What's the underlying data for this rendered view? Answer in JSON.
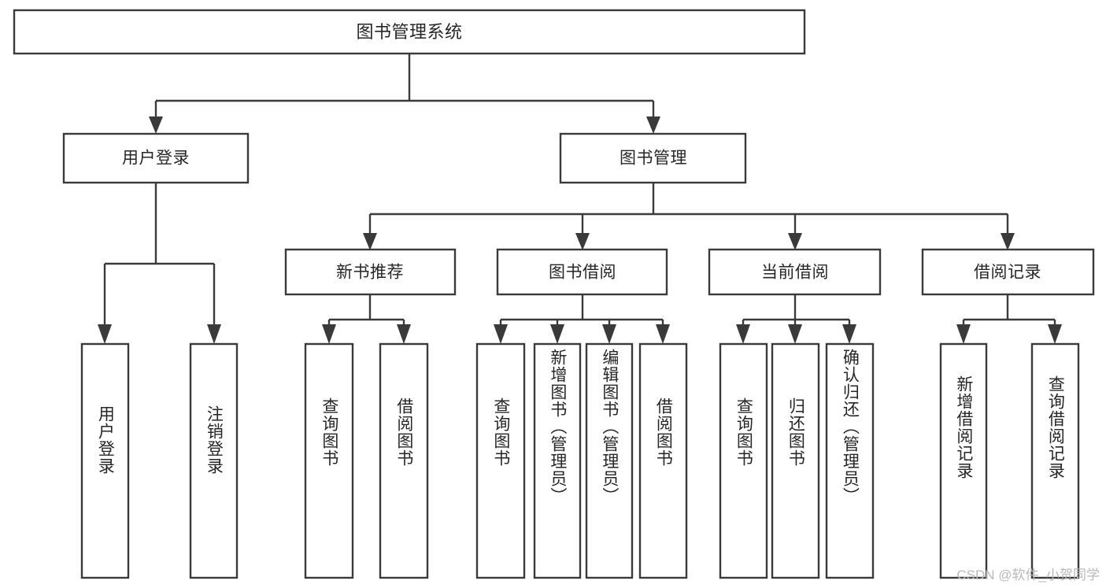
{
  "diagram": {
    "title": "图书管理系统",
    "type": "tree-hierarchy-chart",
    "watermark": "CSDN @软件_小贺同学",
    "colors": {
      "background": "#ffffff",
      "stroke": "#3a3a3a",
      "text": "#262626",
      "watermark": "#b9b9b9"
    },
    "levels": {
      "root": {
        "label": "图书管理系统"
      },
      "level2": [
        {
          "label": "用户登录"
        },
        {
          "label": "图书管理"
        }
      ],
      "level3": [
        {
          "label": "新书推荐"
        },
        {
          "label": "图书借阅"
        },
        {
          "label": "当前借阅"
        },
        {
          "label": "借阅记录"
        }
      ],
      "leaves": [
        {
          "label": "用户登录",
          "parent": "用户登录"
        },
        {
          "label": "注销登录",
          "parent": "用户登录"
        },
        {
          "label": "查询图书",
          "parent": "新书推荐"
        },
        {
          "label": "借阅图书",
          "parent": "新书推荐"
        },
        {
          "label": "查询图书",
          "parent": "图书借阅"
        },
        {
          "label": "新增图书（管理员）",
          "parent": "图书借阅"
        },
        {
          "label": "编辑图书（管理员）",
          "parent": "图书借阅"
        },
        {
          "label": "借阅图书",
          "parent": "图书借阅"
        },
        {
          "label": "查询图书",
          "parent": "当前借阅"
        },
        {
          "label": "归还图书",
          "parent": "当前借阅"
        },
        {
          "label": "确认归还（管理员）",
          "parent": "当前借阅"
        },
        {
          "label": "新增借阅记录",
          "parent": "借阅记录"
        },
        {
          "label": "查询借阅记录",
          "parent": "借阅记录"
        }
      ]
    }
  }
}
